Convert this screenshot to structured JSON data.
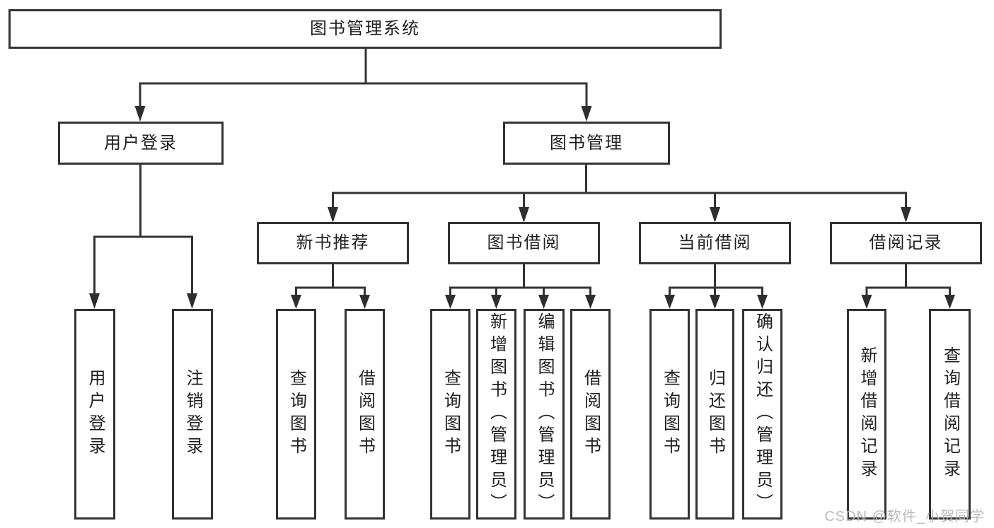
{
  "nodes": {
    "root": "图书管理系统",
    "user_login": "用户登录",
    "book_mgmt": "图书管理",
    "new_book_rec": "新书推荐",
    "book_borrow": "图书借阅",
    "current_borrow": "当前借阅",
    "borrow_records": "借阅记录",
    "ul_login": "用户登录",
    "ul_logout": "注销登录",
    "nb_query": "查询图书",
    "nb_borrow": "借阅图书",
    "bb_query": "查询图书",
    "bb_add": "新增图书（管理员）",
    "bb_edit": "编辑图书（管理员）",
    "bb_borrow": "借阅图书",
    "cb_query": "查询图书",
    "cb_return": "归还图书",
    "cb_confirm": "确认归还（管理员）",
    "br_add": "新增借阅记录",
    "br_query": "查询借阅记录"
  },
  "hierarchy": {
    "图书管理系统": {
      "用户登录": [
        "用户登录",
        "注销登录"
      ],
      "图书管理": {
        "新书推荐": [
          "查询图书",
          "借阅图书"
        ],
        "图书借阅": [
          "查询图书",
          "新增图书（管理员）",
          "编辑图书（管理员）",
          "借阅图书"
        ],
        "当前借阅": [
          "查询图书",
          "归还图书",
          "确认归还（管理员）"
        ],
        "借阅记录": [
          "新增借阅记录",
          "查询借阅记录"
        ]
      }
    }
  },
  "watermark": "CSDN @软件_小贺同学",
  "colors": {
    "line": "#333333",
    "text": "#1f1f1f",
    "watermark": "#b4b4b4",
    "background": "#ffffff"
  }
}
